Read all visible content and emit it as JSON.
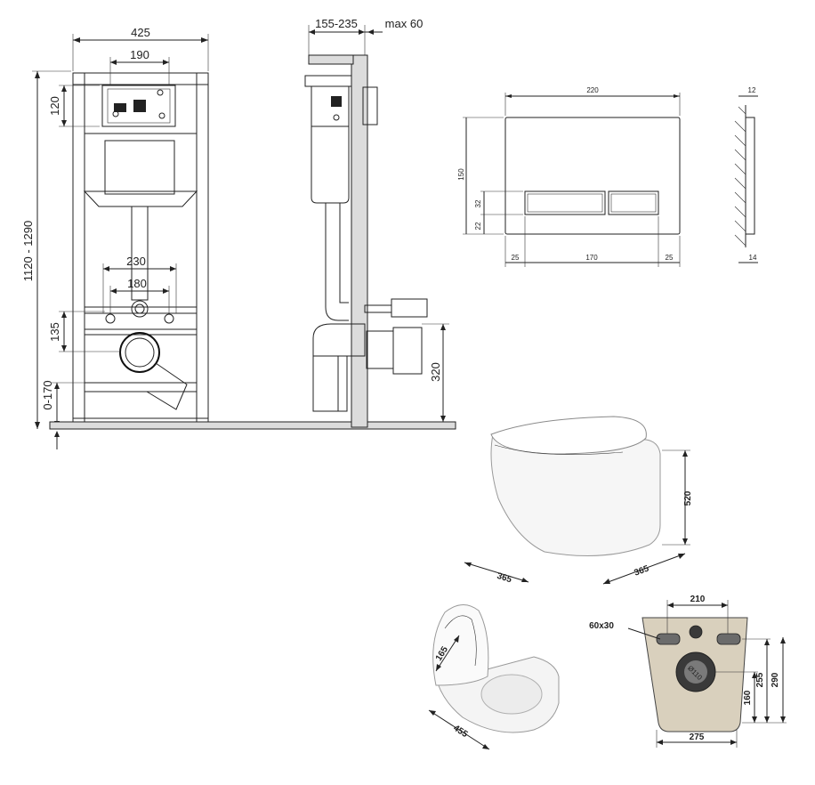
{
  "frame_front": {
    "width": "425",
    "panel_width": "190",
    "panel_height": "120",
    "height_range": "1120 - 1290",
    "pipe_spacing_outer": "230",
    "pipe_spacing_inner": "180",
    "bolt_height": "135",
    "foot_range": "0-170"
  },
  "frame_side": {
    "depth_range": "155-235",
    "wall_max": "max 60",
    "outlet_height": "320"
  },
  "flush_plate": {
    "width": "220",
    "height": "150",
    "button_height": "32",
    "button_offset": "22",
    "margin_left": "25",
    "button_width": "170",
    "margin_right": "25",
    "depth_top": "12",
    "depth_bottom": "14"
  },
  "toilet_side": {
    "height": "520",
    "depth": "365",
    "width": "365"
  },
  "toilet_open": {
    "seat_dim": "165",
    "length": "455"
  },
  "toilet_back": {
    "bolt_spacing": "210",
    "slot_size": "60x30",
    "outlet_dia": "Ø110",
    "height_total": "290",
    "height_inner": "255",
    "outlet_height": "160",
    "width": "275"
  },
  "colors": {
    "line": "#222222",
    "ceramic_back": "#d9d0bd",
    "ceramic_white": "#f6f6f6",
    "frame_metal": "#dcdcdc",
    "slot_dark": "#6b6b6b"
  }
}
